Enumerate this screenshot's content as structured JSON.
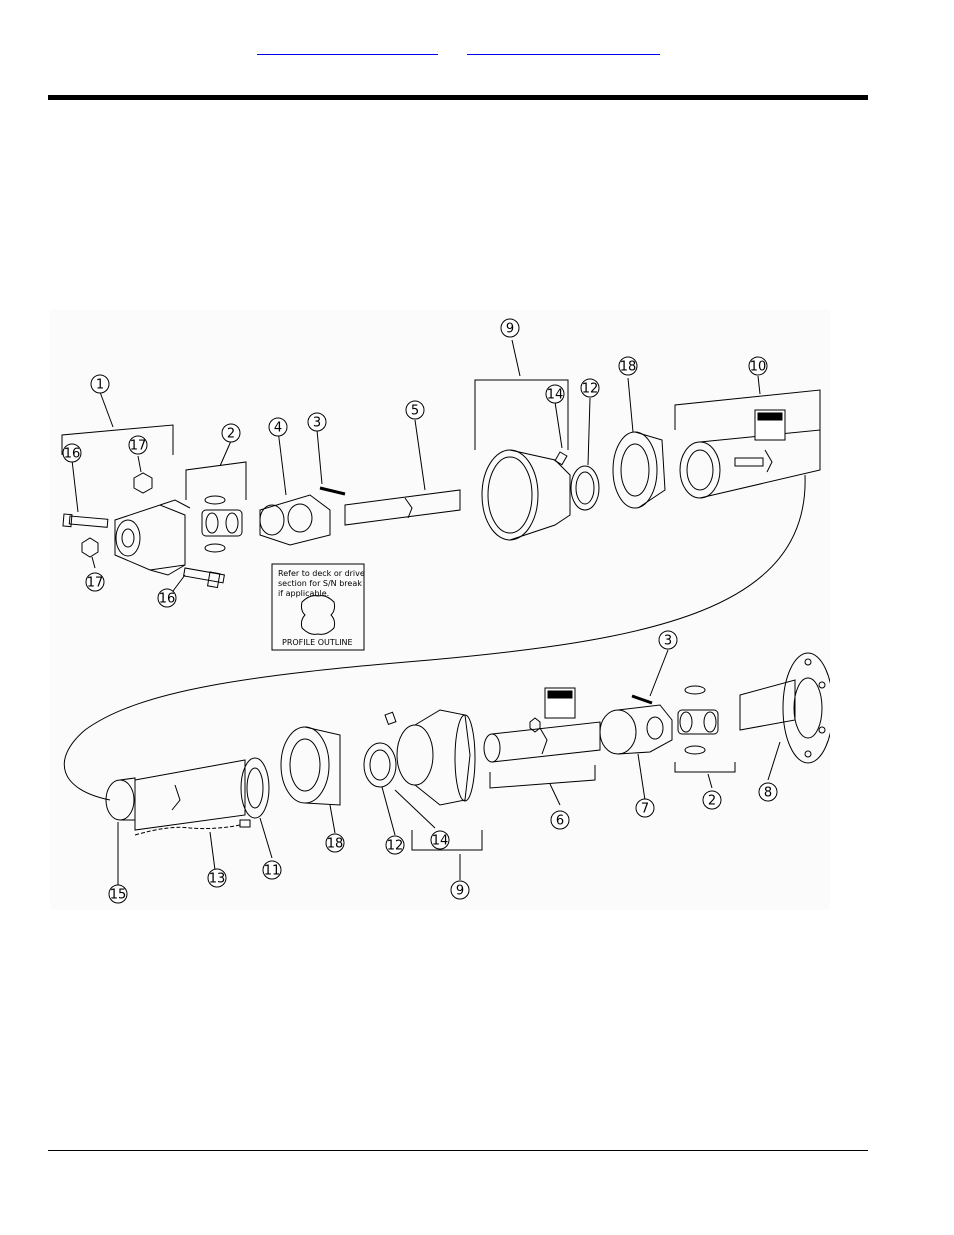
{
  "header": {
    "links": [
      "",
      ""
    ]
  },
  "diagram": {
    "note": [
      "Refer to deck or drive",
      "section for S/N break",
      "if applicable."
    ],
    "profile_label": "PROFILE OUTLINE",
    "decal_text": "DANGER",
    "callouts": {
      "c1": "1",
      "c2a": "2",
      "c2b": "2",
      "c3a": "3",
      "c3b": "3",
      "c4": "4",
      "c5": "5",
      "c6": "6",
      "c7": "7",
      "c8": "8",
      "c9a": "9",
      "c9b": "9",
      "c10": "10",
      "c11": "11",
      "c12a": "12",
      "c12b": "12",
      "c13": "13",
      "c14a": "14",
      "c14b": "14",
      "c15": "15",
      "c16a": "16",
      "c16b": "16",
      "c17a": "17",
      "c17b": "17",
      "c18a": "18",
      "c18b": "18"
    }
  }
}
